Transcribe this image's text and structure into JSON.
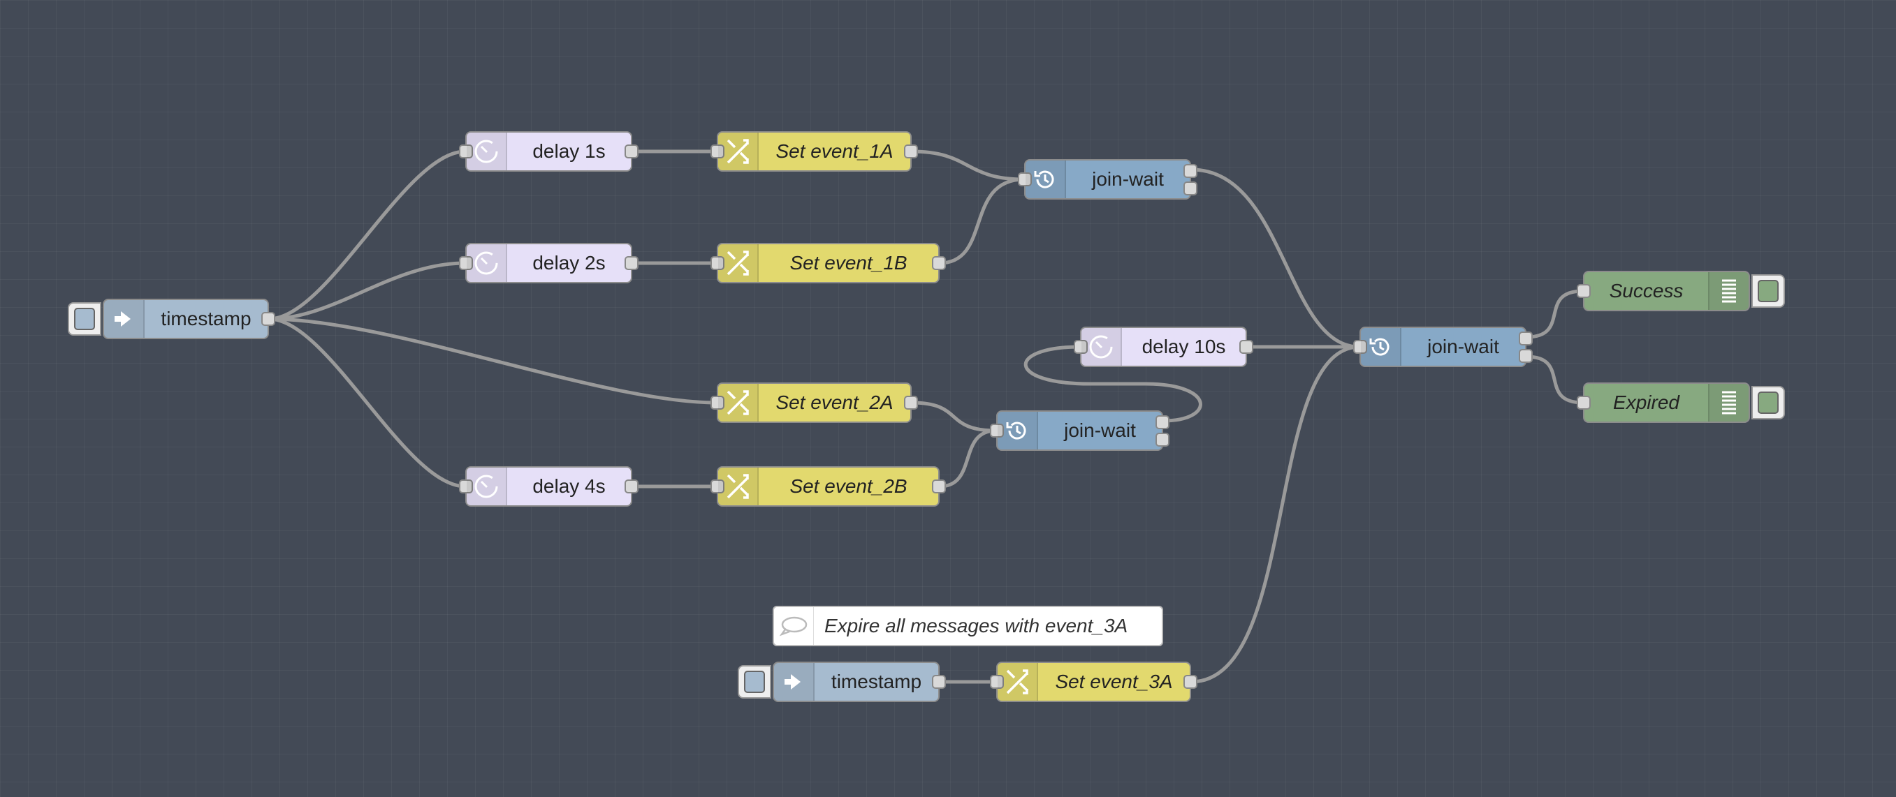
{
  "flow": {
    "nodes": {
      "inject1": {
        "label": "timestamp",
        "icon": "arrow-in-icon"
      },
      "delay1": {
        "label": "delay 1s",
        "icon": "timer-icon"
      },
      "delay2": {
        "label": "delay 2s",
        "icon": "timer-icon"
      },
      "delay4": {
        "label": "delay 4s",
        "icon": "timer-icon"
      },
      "delay10": {
        "label": "delay 10s",
        "icon": "timer-icon"
      },
      "change1a": {
        "label": "Set event_1A",
        "icon": "shuffle-icon"
      },
      "change1b": {
        "label": "Set event_1B",
        "icon": "shuffle-icon"
      },
      "change2a": {
        "label": "Set event_2A",
        "icon": "shuffle-icon"
      },
      "change2b": {
        "label": "Set event_2B",
        "icon": "shuffle-icon"
      },
      "join1": {
        "label": "join-wait",
        "icon": "history-icon"
      },
      "join2": {
        "label": "join-wait",
        "icon": "history-icon"
      },
      "join3": {
        "label": "join-wait",
        "icon": "history-icon"
      },
      "debugSuccess": {
        "label": "Success",
        "icon": "list-icon"
      },
      "debugExpired": {
        "label": "Expired",
        "icon": "list-icon"
      },
      "comment": {
        "label": "Expire all messages with event_3A",
        "icon": "speech-bubble-icon"
      },
      "inject2": {
        "label": "timestamp",
        "icon": "arrow-in-icon"
      },
      "change3a": {
        "label": "Set event_3A",
        "icon": "shuffle-icon"
      }
    },
    "colors": {
      "canvas": "#434a56",
      "delay": "#e6e0f8",
      "change": "#e2d96e",
      "join": "#87a9c7",
      "inject": "#a6bbcf",
      "debug": "#87a980",
      "wire": "#9a9a9a"
    }
  }
}
